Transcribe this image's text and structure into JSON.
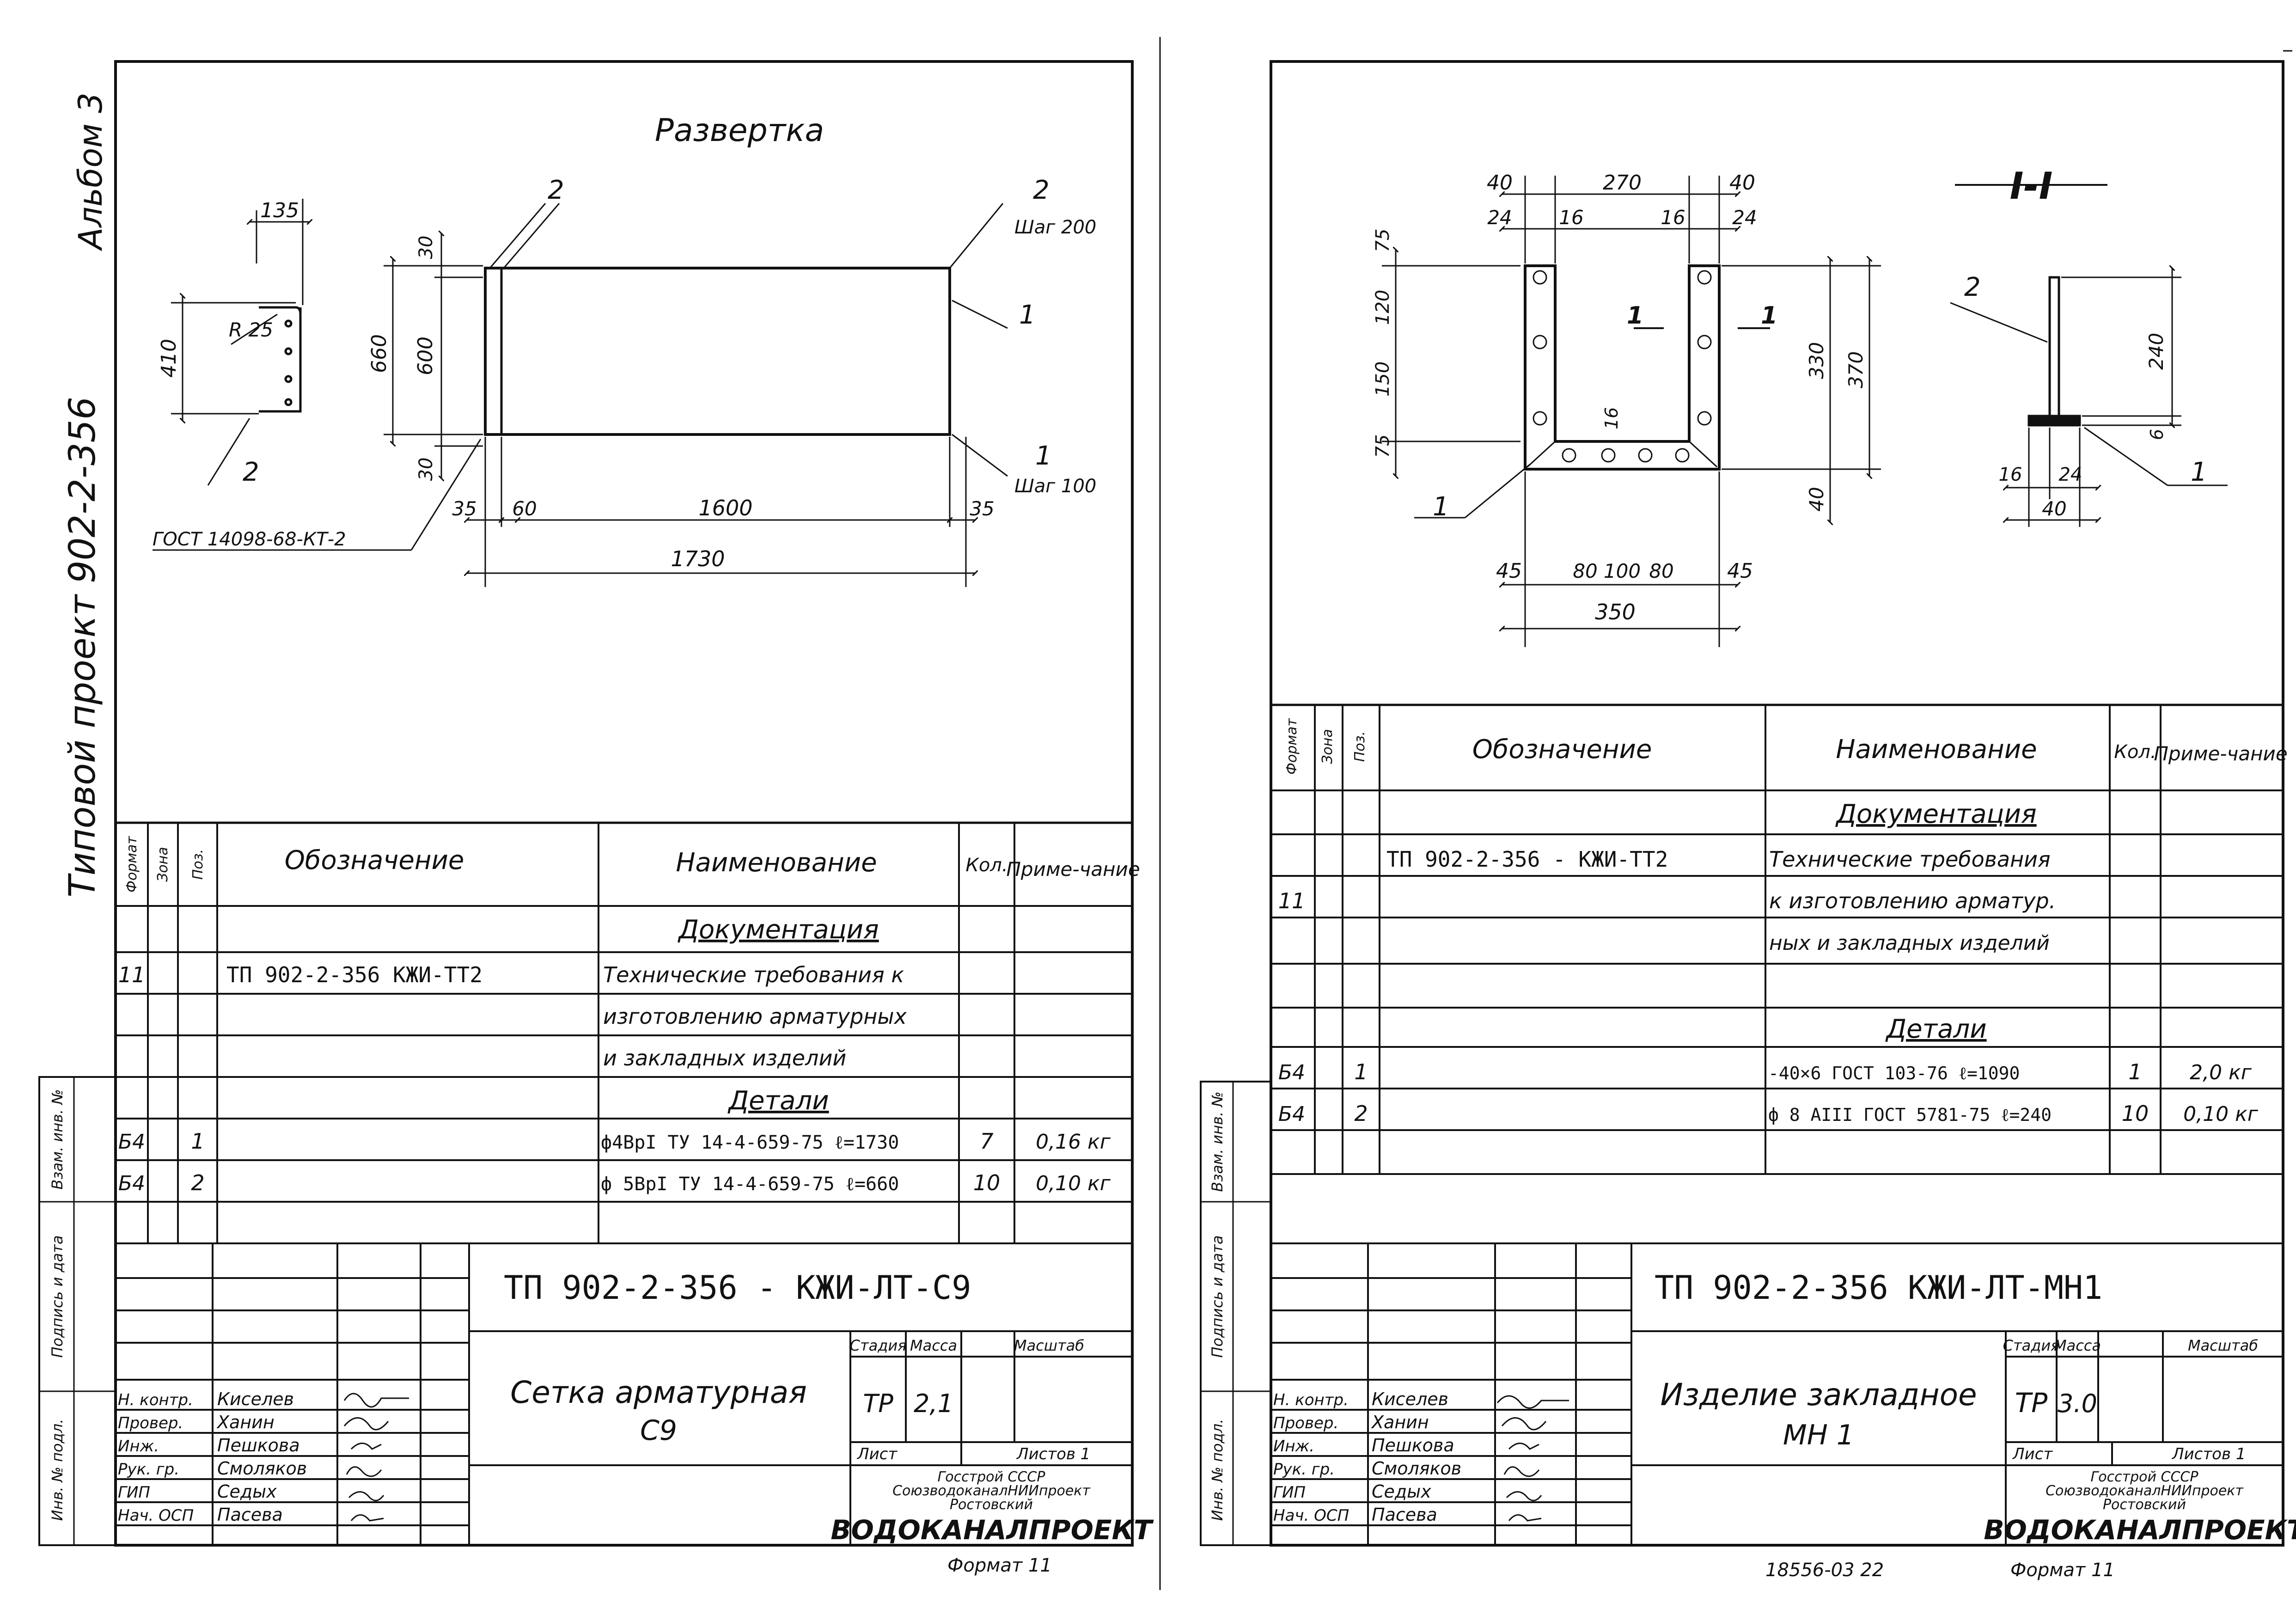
{
  "album_label": "Альбом 3",
  "project_label": "Типовой проект 902-2-356",
  "side_columns": [
    "Инв. № подл.",
    "Подпись и дата",
    "Взам. инв. №"
  ],
  "spec_headers": {
    "format": "Формат",
    "zone": "Зона",
    "pos": "Поз.",
    "designation": "Обозначение",
    "name": "Наименование",
    "qty": "Кол.",
    "note": "Приме-чание"
  },
  "left": {
    "drawing": {
      "title": "Развертка",
      "dims": {
        "d135": "135",
        "r25": "R 25",
        "d410": "410",
        "d660": "660",
        "d600": "600",
        "d30a": "30",
        "d30b": "30",
        "d35a": "35",
        "d60": "60",
        "d1600": "1600",
        "d35b": "35",
        "d1730": "1730"
      },
      "callouts": {
        "p2a": "2",
        "p2b": "2",
        "p2c": "2",
        "p1a": "1",
        "p1b": "1"
      },
      "step200": "Шаг 200",
      "step100": "Шаг 100",
      "gost": "ГОСТ 14098-68-КТ-2"
    },
    "spec": {
      "section_doc": "Документация",
      "doc_format": "11",
      "doc_designation": "ТП 902-2-356   КЖИ-ТТ2",
      "doc_name_lines": [
        "Технические требования к",
        "изготовлению арматурных",
        "и закладных  изделий"
      ],
      "section_parts": "Детали",
      "parts": [
        {
          "format": "Б4",
          "pos": "1",
          "name": "ф4ВрI  ТУ 14-4-659-75   ℓ=1730",
          "qty": "7",
          "note": "0,16 кг"
        },
        {
          "format": "Б4",
          "pos": "2",
          "name": "ф 5ВрI  ТУ 14-4-659-75   ℓ=660",
          "qty": "10",
          "note": "0,10 кг"
        }
      ]
    },
    "title_block": {
      "code": "ТП 902-2-356 -   КЖИ-ЛТ-С9",
      "name_lines": [
        "Сетка  арматурная",
        "С9"
      ],
      "stage_label": "Стадия",
      "mass_label": "Масса",
      "scale_label": "Масштаб",
      "stage": "ТР",
      "mass": "2,1",
      "sheet_label": "Лист",
      "sheets_label": "Листов  1",
      "org_lines": [
        "Госстрой СССР",
        "СоюзводоканалНИИпроект",
        "Ростовский",
        "ВОДОКАНАЛПРОЕКТ"
      ],
      "format_note": "Формат  11"
    }
  },
  "right": {
    "drawing": {
      "section_title": "I-I",
      "dims": {
        "d40a": "40",
        "d270": "270",
        "d40b": "40",
        "d24a": "24",
        "d16a": "16",
        "d16b": "16",
        "d24b": "24",
        "d75a": "75",
        "d120": "120",
        "d150": "150",
        "d75b": "75",
        "d16v": "16",
        "d330": "330",
        "d370": "370",
        "d40v": "40",
        "d45a": "45",
        "d80a": "80",
        "d100": "100",
        "d80b": "80",
        "d45b": "45",
        "d350": "350",
        "d240": "240",
        "d6": "6",
        "d16s": "16",
        "d24s": "24",
        "d40s": "40"
      },
      "cut_a": "1",
      "cut_b": "1",
      "callouts": {
        "p1a": "1",
        "p2": "2",
        "p1b": "1"
      }
    },
    "spec": {
      "section_doc": "Документация",
      "doc_format": "11",
      "doc_designation": "ТП 902-2-356 -   КЖИ-ТТ2",
      "doc_name_lines": [
        "Технические требования",
        "к изготовлению арматур.",
        "ных и закладных изделий"
      ],
      "section_parts": "Детали",
      "parts": [
        {
          "format": "Б4",
          "pos": "1",
          "name": "-40×6  ГОСТ 103-76   ℓ=1090",
          "qty": "1",
          "note": "2,0 кг"
        },
        {
          "format": "Б4",
          "pos": "2",
          "name": "ф 8 АIII  ГОСТ 5781-75  ℓ=240",
          "qty": "10",
          "note": "0,10 кг"
        }
      ]
    },
    "title_block": {
      "code": "ТП  902-2-356      КЖИ-ЛТ-МН1",
      "name_lines": [
        "Изделие  закладное",
        "МН 1"
      ],
      "stage_label": "Стадия",
      "mass_label": "Масса",
      "scale_label": "Масштаб",
      "stage": "ТР",
      "mass": "3.0",
      "sheet_label": "Лист",
      "sheets_label": "Листов  1",
      "org_lines": [
        "Госстрой СССР",
        "СоюзводоканалНИИпроект",
        "Ростовский",
        "ВОДОКАНАЛПРОЕКТ"
      ],
      "format_note": "Формат 11",
      "bottom_num": "18556-03   22"
    }
  },
  "signers": [
    {
      "role": "Н. контр.",
      "name": "Киселев"
    },
    {
      "role": "Провер.",
      "name": "Ханин"
    },
    {
      "role": "Инж.",
      "name": "Пешкова"
    },
    {
      "role": "Рук. гр.",
      "name": "Смоляков"
    },
    {
      "role": "ГИП",
      "name": "Седых"
    },
    {
      "role": "Нач. ОСП",
      "name": "Пасева"
    }
  ]
}
